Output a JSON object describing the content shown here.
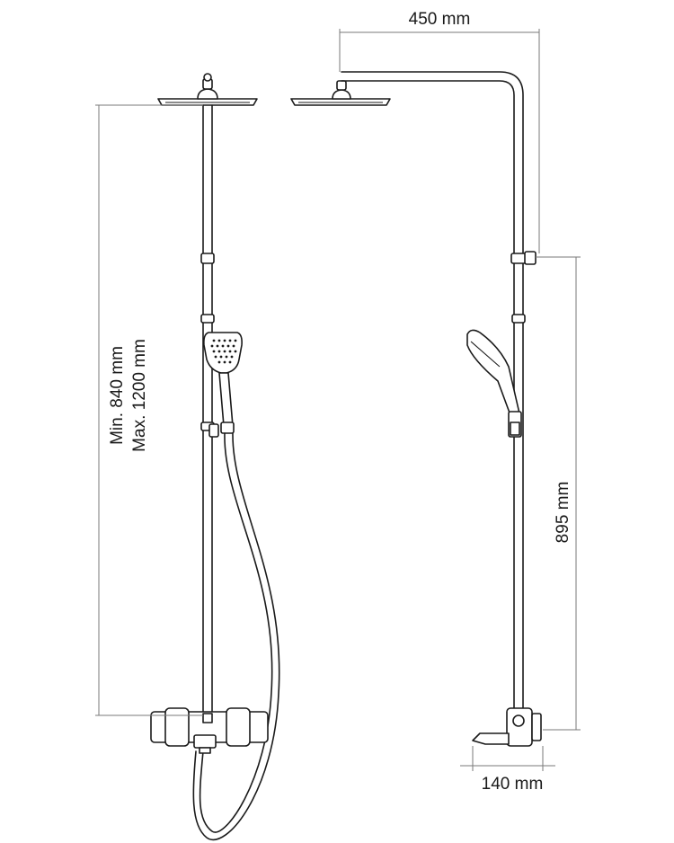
{
  "dimensions": {
    "arm_length": "450 mm",
    "height_min": "Min. 840 mm",
    "height_max": "Max. 1200 mm",
    "holder_height": "895 mm",
    "wall_offset": "140 mm"
  }
}
